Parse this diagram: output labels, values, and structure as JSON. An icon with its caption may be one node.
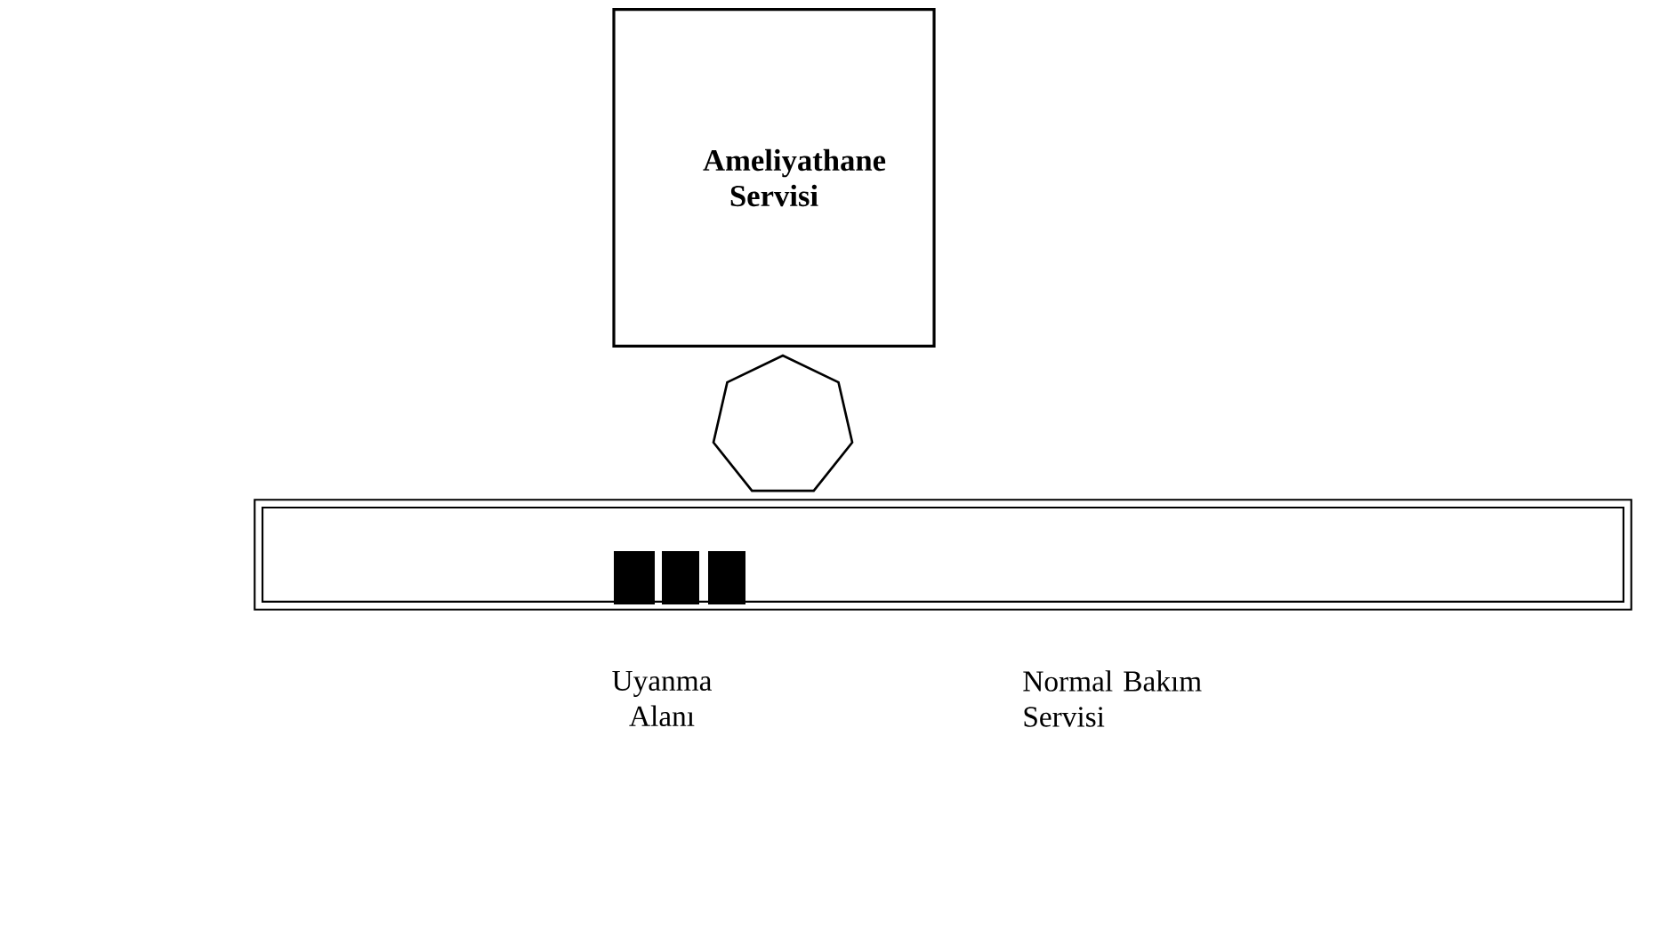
{
  "diagram": {
    "nodes": [
      {
        "text": [
          "Ameliyathane Servisi"
        ]
      },
      {
        "text": [],
        "shape": "heptagon"
      },
      {
        "text": [],
        "shape": "box"
      }
    ],
    "labels": [
      "Uyanma Alanı",
      "Normal Bakım Servisi"
    ]
  }
}
